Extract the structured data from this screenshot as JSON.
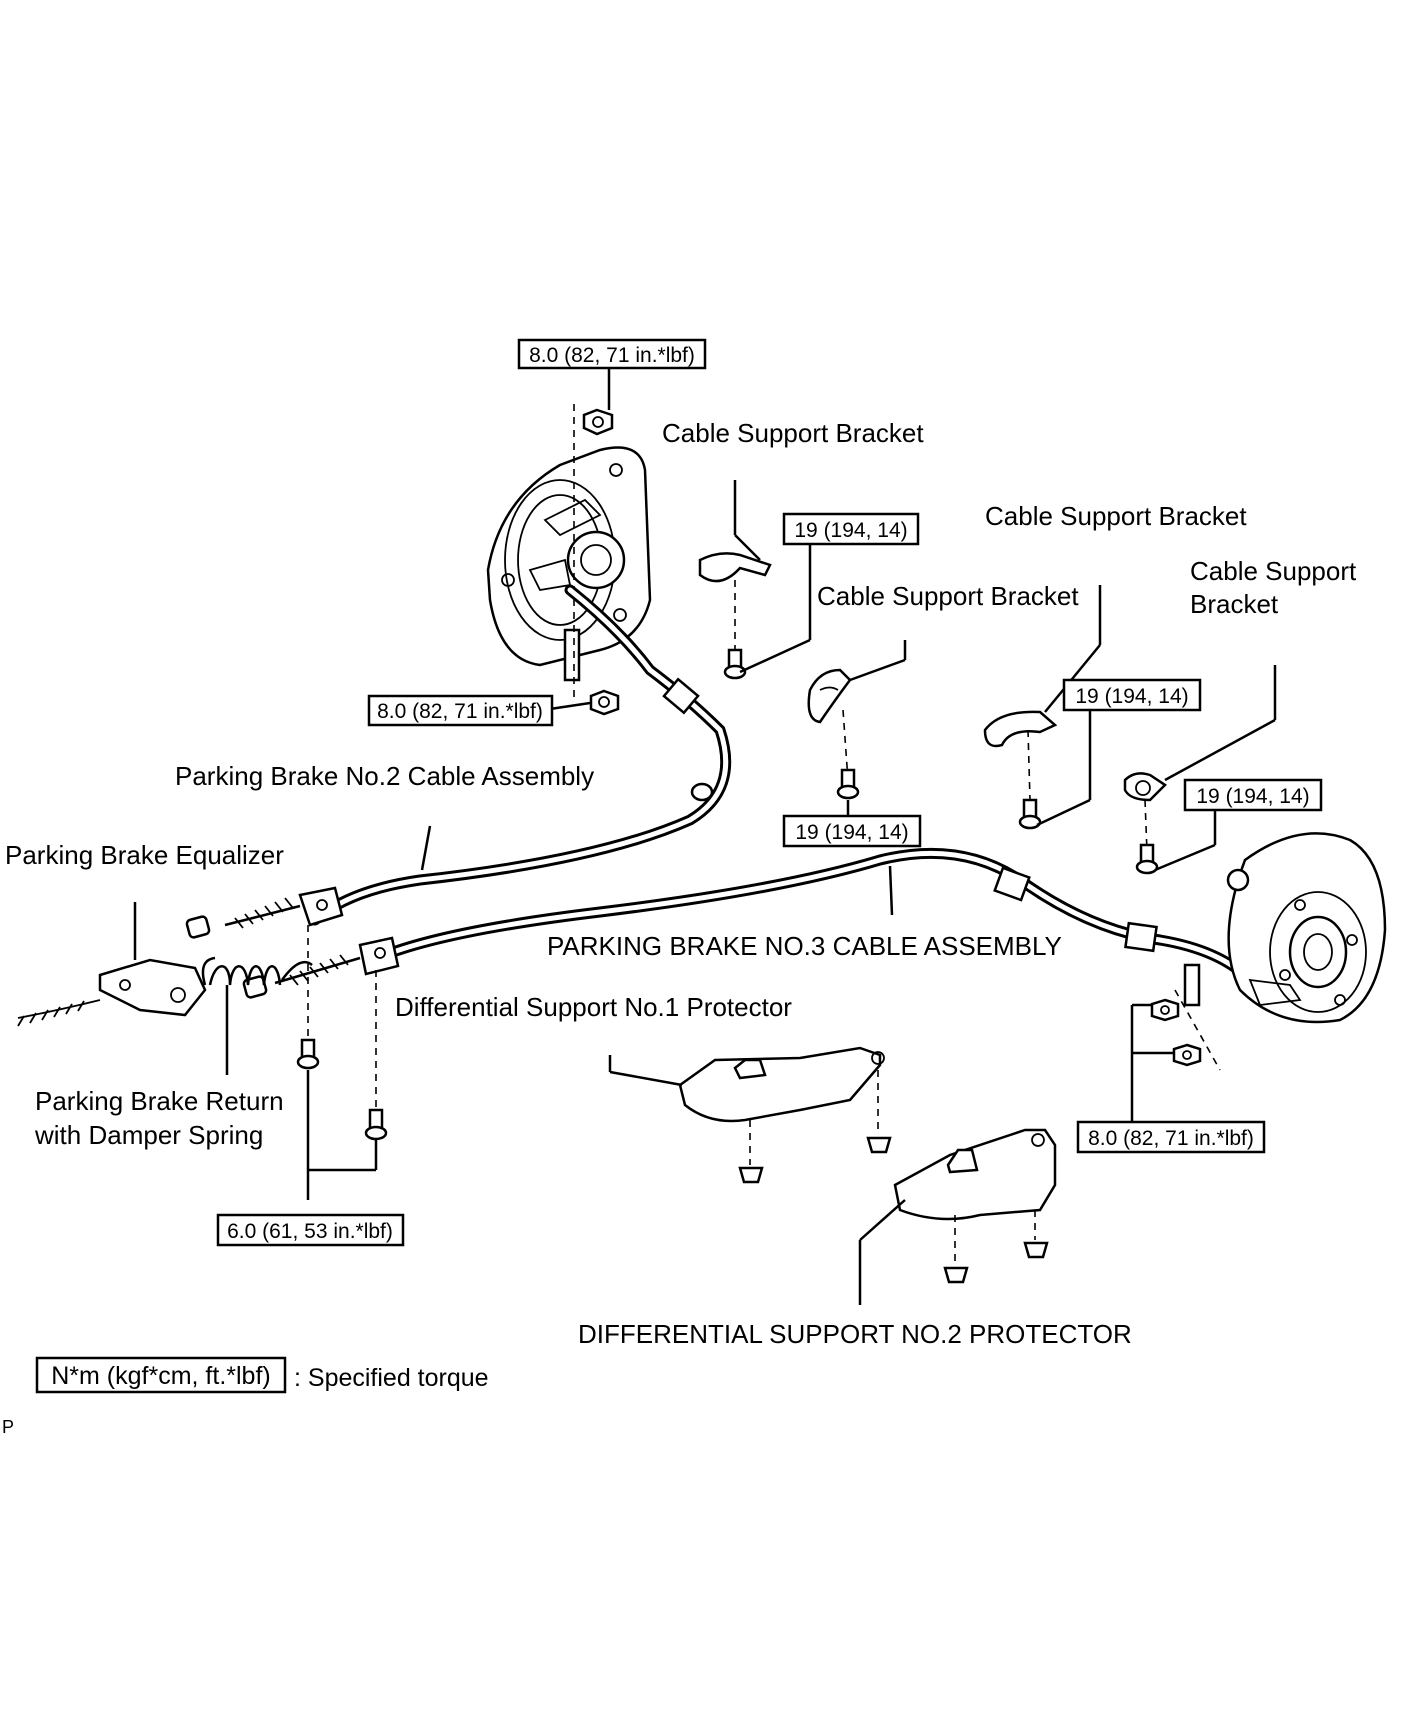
{
  "labels": {
    "cable_support_bracket_1": "Cable Support Bracket",
    "cable_support_bracket_2": "Cable Support Bracket",
    "cable_support_bracket_3": "Cable Support Bracket",
    "cable_support_bracket_4_line1": "Cable Support",
    "cable_support_bracket_4_line2": "Bracket",
    "parking_brake_no2_cable": "Parking Brake No.2 Cable Assembly",
    "parking_brake_equalizer": "Parking Brake Equalizer",
    "parking_brake_no3_cable": "PARKING BRAKE NO.3 CABLE ASSEMBLY",
    "diff_support_no1": "Differential Support No.1 Protector",
    "return_spring_line1": "Parking Brake Return",
    "return_spring_line2": "with Damper Spring",
    "diff_support_no2": "DIFFERENTIAL SUPPORT NO.2 PROTECTOR",
    "corner_mark": "P"
  },
  "torque": {
    "top_nut": "8.0 (82, 71 in.*lbf)",
    "lower_left_nut": "8.0 (82, 71 in.*lbf)",
    "bracket_bolt_1": "19 (194, 14)",
    "bracket_bolt_2": "19 (194, 14)",
    "bracket_bolt_3": "19 (194, 14)",
    "bracket_bolt_4": "19 (194, 14)",
    "right_nut": "8.0 (82, 71 in.*lbf)",
    "equalizer_bolts": "6.0 (61, 53 in.*lbf)"
  },
  "legend": {
    "box": "N*m (kgf*cm, ft.*lbf)",
    "text": ": Specified torque"
  }
}
